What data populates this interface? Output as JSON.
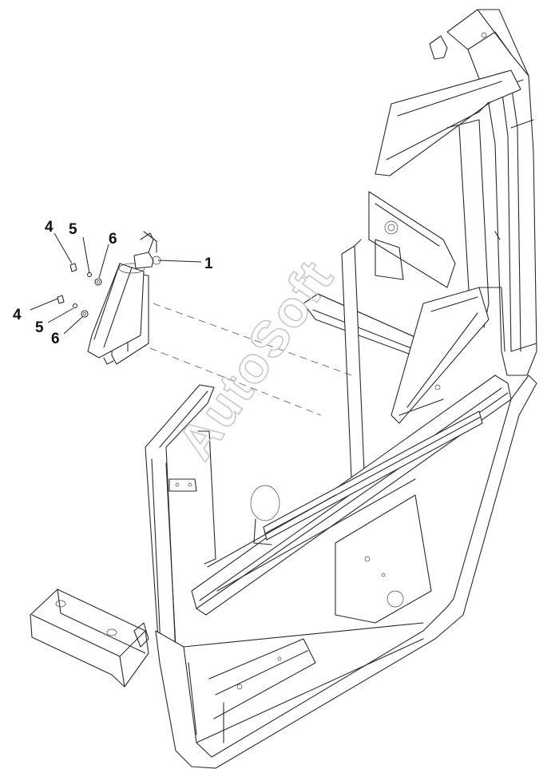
{
  "diagram": {
    "callouts": [
      {
        "id": "c1",
        "label": "1"
      },
      {
        "id": "c4a",
        "label": "4"
      },
      {
        "id": "c5a",
        "label": "5"
      },
      {
        "id": "c6a",
        "label": "6"
      },
      {
        "id": "c4b",
        "label": "4"
      },
      {
        "id": "c5b",
        "label": "5"
      },
      {
        "id": "c6b",
        "label": "6"
      }
    ],
    "watermark": "AutoSoft",
    "parts": {
      "extinguisher": "extinguisher-assembly",
      "cab": "cab-frame"
    }
  }
}
